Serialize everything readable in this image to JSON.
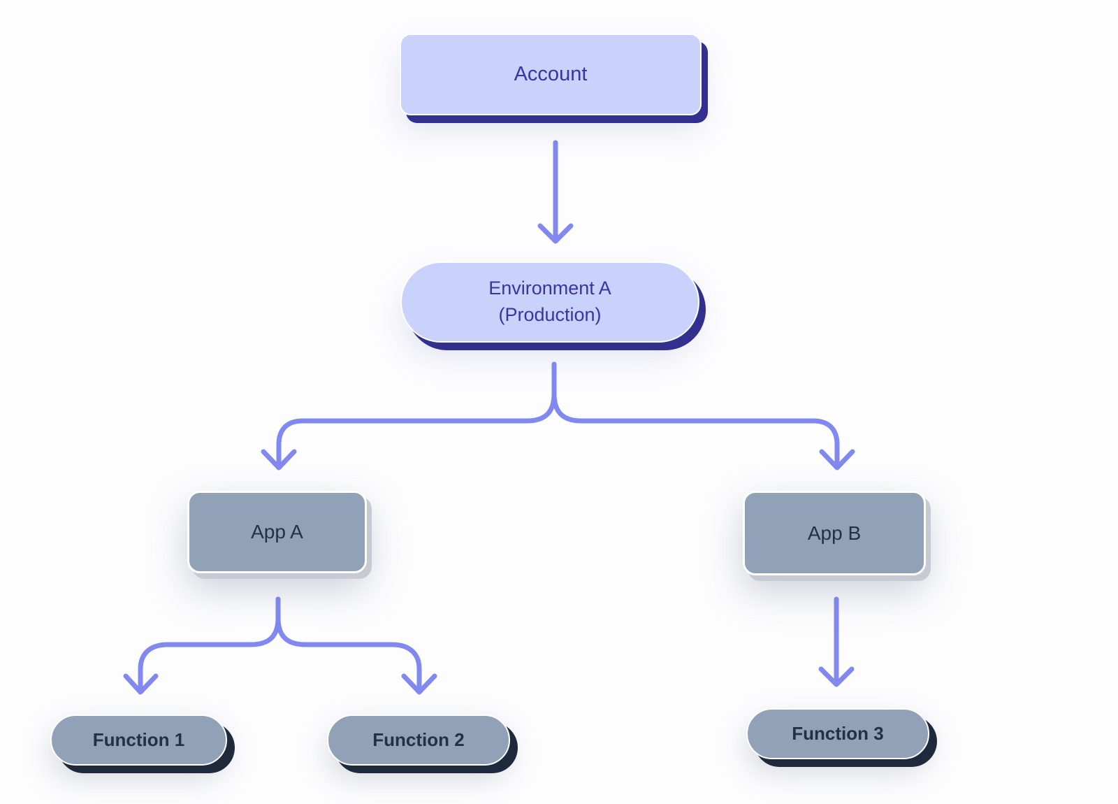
{
  "diagram": {
    "nodes": [
      {
        "id": "account",
        "label": "Account",
        "shape": "rounded-box",
        "style": "indigo"
      },
      {
        "id": "environment-a",
        "label": "Environment A (Production)",
        "line1": "Environment A",
        "line2": "(Production)",
        "shape": "pill",
        "style": "indigo"
      },
      {
        "id": "app-a",
        "label": "App A",
        "shape": "rounded-box",
        "style": "slate"
      },
      {
        "id": "app-b",
        "label": "App B",
        "shape": "rounded-box",
        "style": "slate"
      },
      {
        "id": "function-1",
        "label": "Function 1",
        "shape": "pill",
        "style": "slate"
      },
      {
        "id": "function-2",
        "label": "Function 2",
        "shape": "pill",
        "style": "slate"
      },
      {
        "id": "function-3",
        "label": "Function 3",
        "shape": "pill",
        "style": "slate"
      }
    ],
    "edges": [
      {
        "from": "account",
        "to": "environment-a"
      },
      {
        "from": "environment-a",
        "to": "app-a"
      },
      {
        "from": "environment-a",
        "to": "app-b"
      },
      {
        "from": "app-a",
        "to": "function-1"
      },
      {
        "from": "app-a",
        "to": "function-2"
      },
      {
        "from": "app-b",
        "to": "function-3"
      }
    ],
    "colors": {
      "background": "#fdfdfe",
      "indigo_fill": "#c8d2fb",
      "indigo_text": "#3a34a3",
      "indigo_shadow": "#332f8f",
      "slate_fill": "#91a1b8",
      "slate_text": "#233142",
      "slate_dark_shadow": "#1e2a3b",
      "app_shadow": "#c7cad2",
      "arrow": "#8189f1"
    }
  }
}
